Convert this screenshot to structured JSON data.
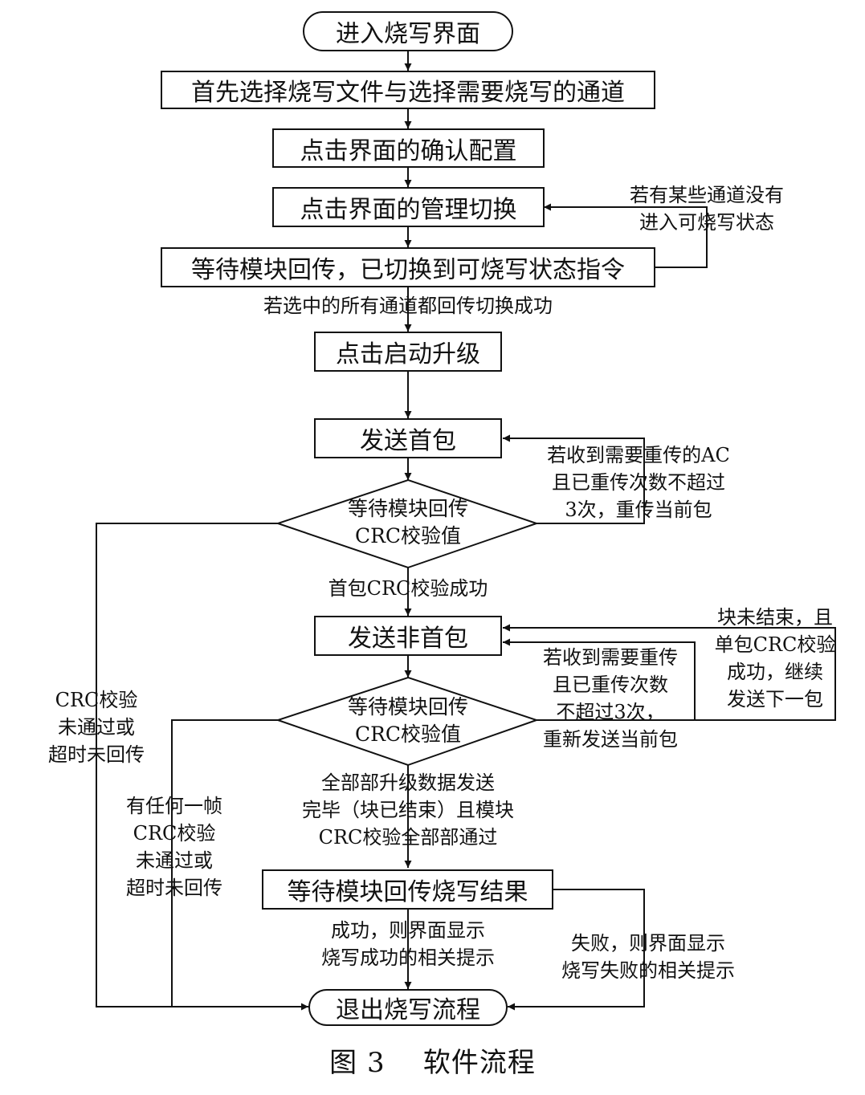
{
  "nodes": {
    "start": "进入烧写界面",
    "select": "首先选择烧写文件与选择需要烧写的通道",
    "confirm": "点击界面的确认配置",
    "switch": "点击界面的管理切换",
    "wait_switch": "等待模块回传，已切换到可烧写状态指令",
    "start_upgrade": "点击启动升级",
    "send_first": "发送首包",
    "wait_crc1": [
      "等待模块回传",
      "CRC校验值"
    ],
    "send_next": "发送非首包",
    "wait_crc2": [
      "等待模块回传",
      "CRC校验值"
    ],
    "wait_result": "等待模块回传烧写结果",
    "exit": "退出烧写流程"
  },
  "labels": {
    "not_entered": [
      "若有某些通道没有",
      "进入可烧写状态"
    ],
    "all_switched": "若选中的所有通道都回传切换成功",
    "retry_first": [
      "若收到需要重传的AC",
      "且已重传次数不超过",
      "3次，重传当前包"
    ],
    "first_ok": "首包CRC校验成功",
    "block_not_end": [
      "块未结束，且",
      "单包CRC校验",
      "成功，继续",
      "发送下一包"
    ],
    "retry_next": [
      "若收到需要重传",
      "且已重传次数",
      "不超过3次，",
      "重新发送当前包"
    ],
    "crc_fail_1": [
      "CRC校验",
      "未通过或",
      "超时未回传"
    ],
    "crc_fail_2": [
      "有任何一帧",
      "CRC校验",
      "未通过或",
      "超时未回传"
    ],
    "all_done": [
      "全部部升级数据发送",
      "完毕（块已结束）且模块",
      "CRC校验全部部通过"
    ],
    "success": [
      "成功，则界面显示",
      "烧写成功的相关提示"
    ],
    "failure": [
      "失败，则界面显示",
      "烧写失败的相关提示"
    ]
  },
  "caption": "图 3    软件流程"
}
